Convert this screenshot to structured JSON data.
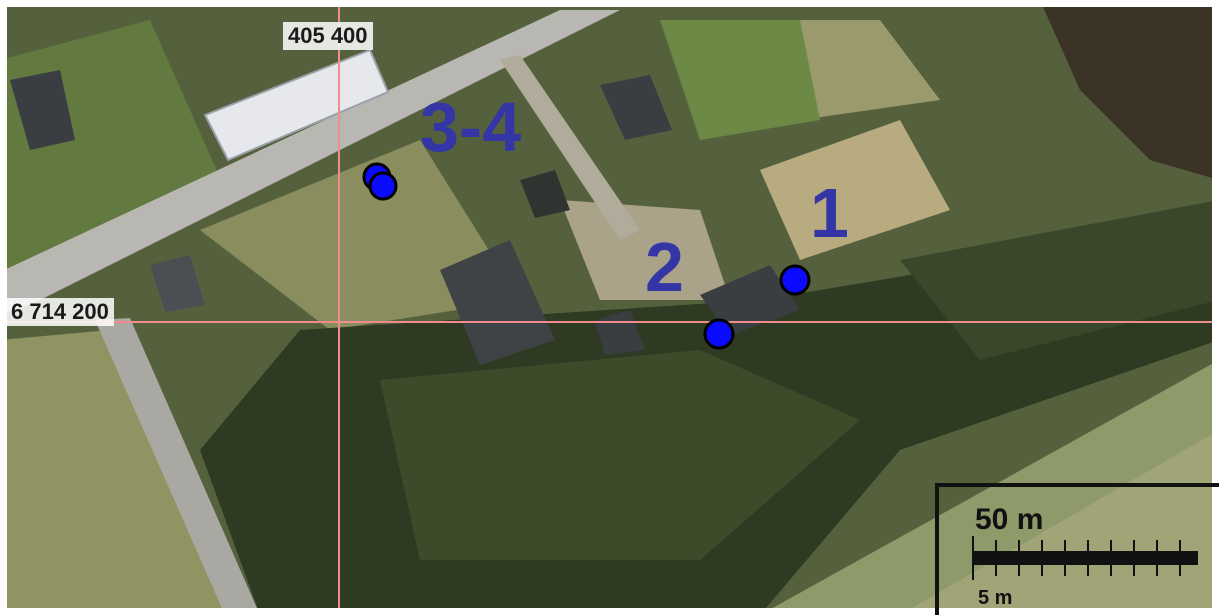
{
  "map": {
    "grid": {
      "easting_label": "405 400",
      "northing_label": "6 714 200",
      "line_color": "#f08c8c"
    },
    "sites": [
      {
        "label": "1"
      },
      {
        "label": "2"
      },
      {
        "label": "3-4"
      }
    ],
    "marker_color": "#0a0aff",
    "label_color": "#3436a6",
    "scale": {
      "major_label": "50 m",
      "minor_label": "5 m"
    }
  }
}
